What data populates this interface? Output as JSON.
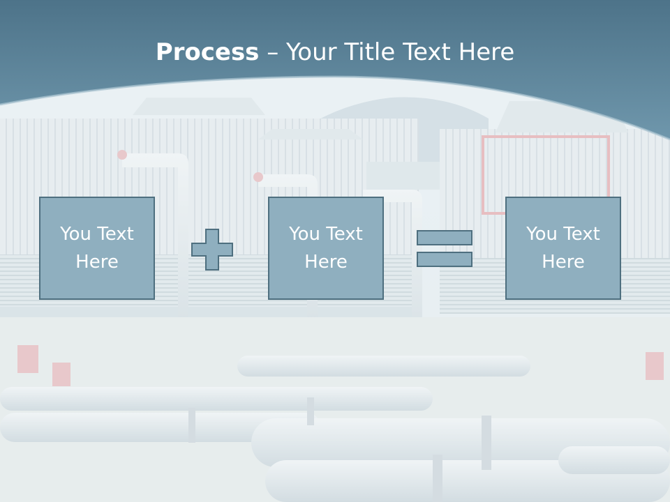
{
  "slide": {
    "title_bold": "Process",
    "title_rest": " – Your Title Text Here"
  },
  "boxes": [
    {
      "text": "You Text Here"
    },
    {
      "text": "You Text Here"
    },
    {
      "text": "You Text Here"
    }
  ],
  "operators": {
    "first": "plus-icon",
    "second": "equals-icon"
  },
  "colors": {
    "header": "#5a8298",
    "box_fill": "#8fafbf",
    "box_border": "#4e6f7f",
    "text": "#ffffff"
  }
}
